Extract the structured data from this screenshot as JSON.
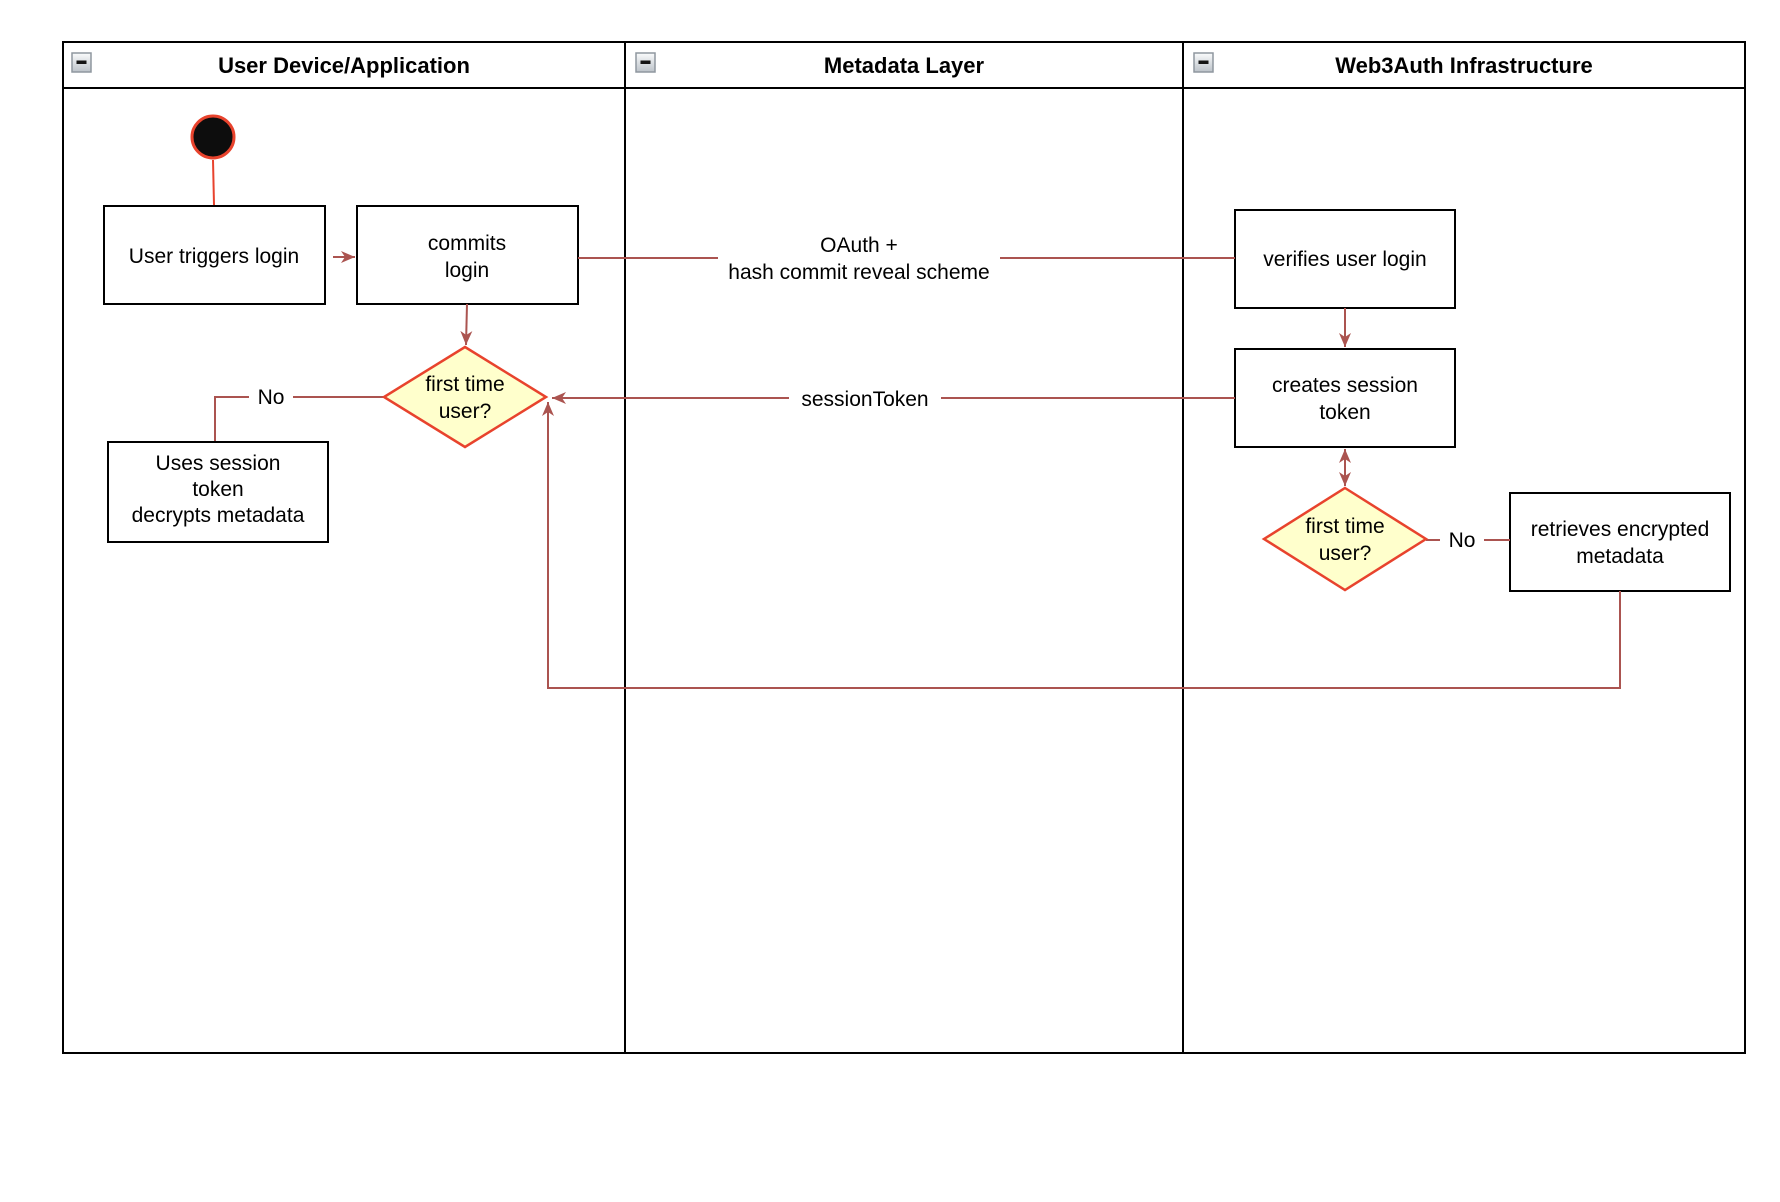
{
  "lanes": [
    {
      "title": "User Device/Application"
    },
    {
      "title": "Metadata Layer"
    },
    {
      "title": "Web3Auth Infrastructure"
    }
  ],
  "nodes": {
    "start": {
      "type": "initial-node"
    },
    "user_triggers_login": {
      "lines": [
        "User triggers login"
      ]
    },
    "commits_login": {
      "lines": [
        "commits",
        "login"
      ]
    },
    "first_time_user_device": {
      "lines": [
        "first time",
        "user?"
      ]
    },
    "uses_session_token": {
      "lines": [
        "Uses session",
        "token",
        "decrypts metadata"
      ]
    },
    "verifies_user_login": {
      "lines": [
        "verifies user login"
      ]
    },
    "creates_session_token": {
      "lines": [
        "creates session",
        "token"
      ]
    },
    "first_time_user_infra": {
      "lines": [
        "first time",
        "user?"
      ]
    },
    "retrieves_encrypted_metadata": {
      "lines": [
        "retrieves encrypted",
        "metadata"
      ]
    }
  },
  "edge_labels": {
    "oauth": {
      "lines": [
        "OAuth +",
        "hash commit reveal scheme"
      ]
    },
    "session_token": {
      "label": "sessionToken"
    },
    "no_device": {
      "label": "No"
    },
    "no_infra": {
      "label": "No"
    }
  },
  "colors": {
    "connector": "#ab5450",
    "start_connector": "#e8432d",
    "decision_fill": "#ffffcc",
    "decision_border": "#e8432d",
    "start_fill": "#0d0d0d",
    "start_border": "#e8432d",
    "shape_border": "#000000",
    "shape_fill": "#ffffff",
    "lane_border": "#000000",
    "collapse_icon_bg": "#e8eaed",
    "collapse_icon_border": "#8f979f"
  }
}
